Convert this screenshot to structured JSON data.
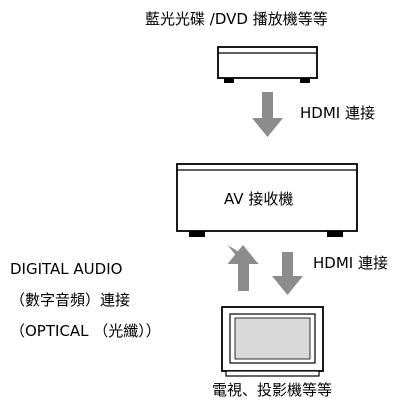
{
  "top_device": {
    "label": "藍光光碟 /DVD 播放機等等"
  },
  "top_connection": {
    "label": "HDMI 連接"
  },
  "receiver": {
    "label": "AV 接收機"
  },
  "bottom_connection": {
    "label": "HDMI 連接"
  },
  "audio_connection": {
    "line1": "DIGITAL AUDIO",
    "line2": "（數字音頻）連接",
    "line3": "（OPTICAL （光纖））"
  },
  "tv": {
    "label": "電視、投影機等等"
  }
}
